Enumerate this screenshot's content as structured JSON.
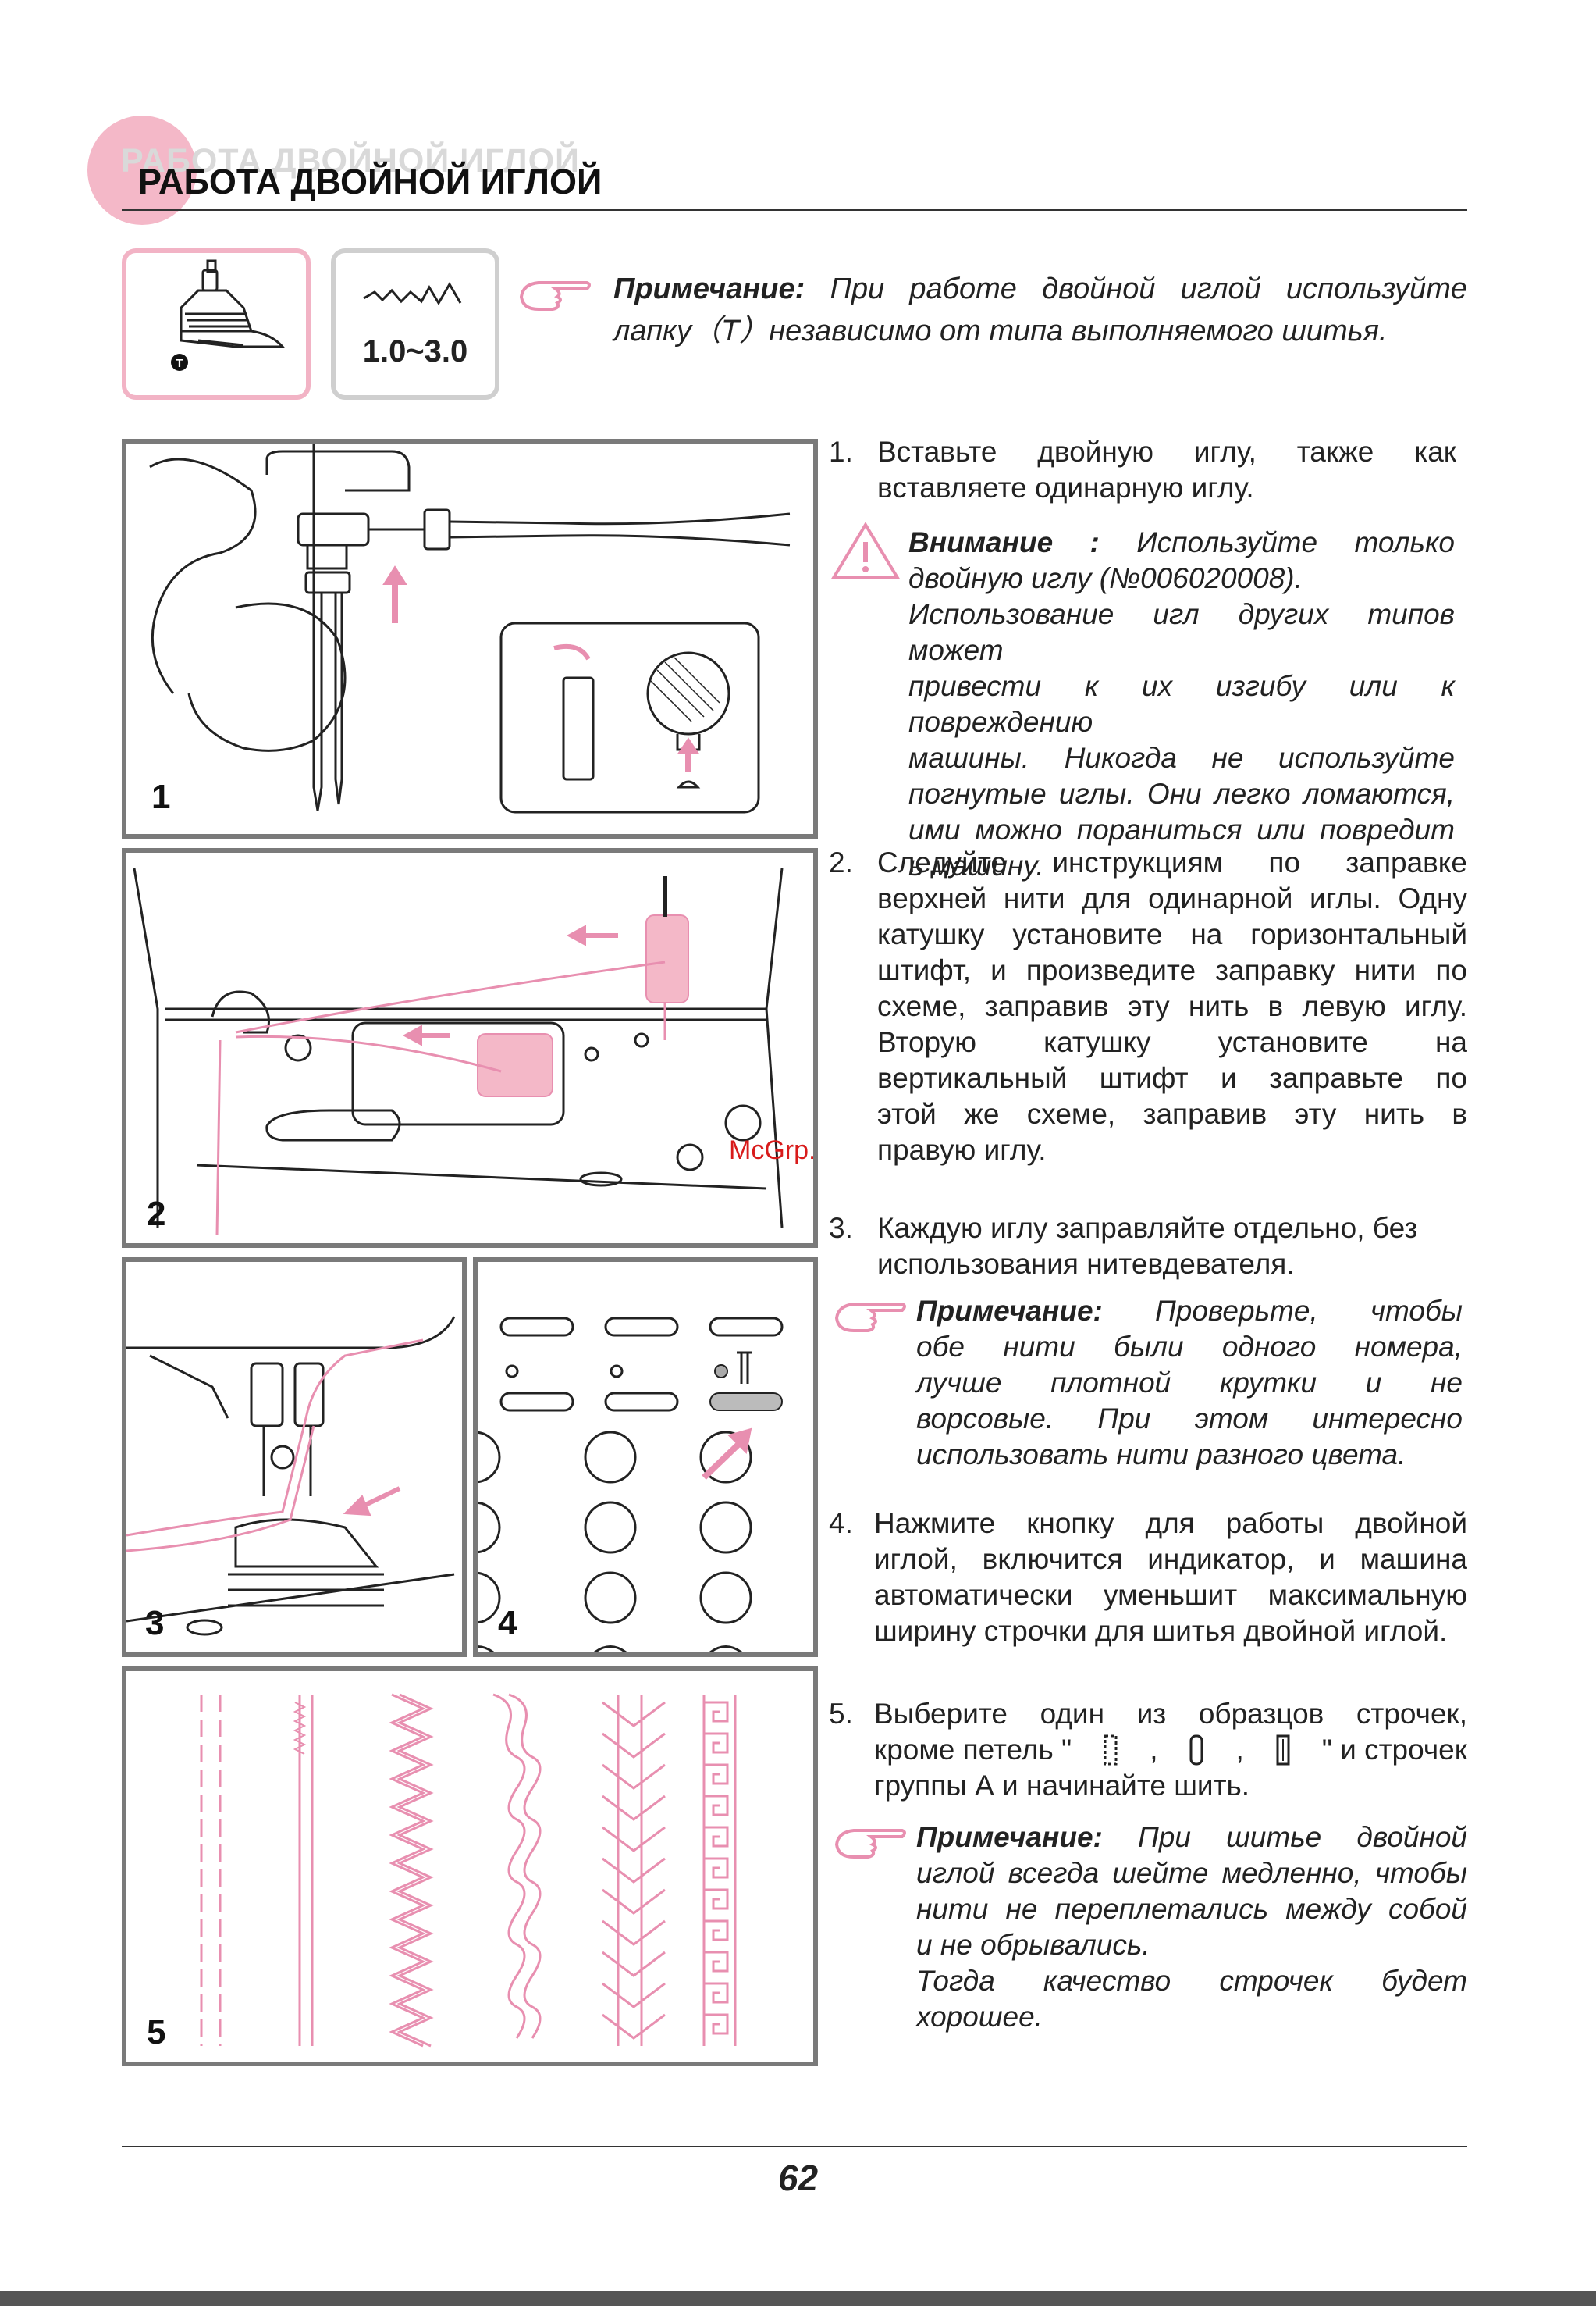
{
  "header": {
    "title_shadow": "РАБОТА ДВОЙНОЙ ИГЛОЙ",
    "title": "РАБОТА ДВОЙНОЙ ИГЛОЙ"
  },
  "settings": {
    "foot_letter": "T",
    "stitch_width": "1.0~3.0"
  },
  "top_note": {
    "label": "Примечание:",
    "line1": "При работе двойной иглой используйте",
    "line2": "лапку（Т）независимо от типа   выполняемого шитья."
  },
  "steps": [
    {
      "num": "1.",
      "lines": [
        "Вставьте двойную иглу, также как",
        "вставляете одинарную иглу."
      ]
    },
    {
      "num": "2.",
      "lines": [
        "Следуйте инструкциям по заправке",
        "верхней нити для одинарной иглы. Одну",
        "катушку установите на горизонтальный",
        "штифт, и произведите заправку нити по",
        "схеме, заправив эту нить в левую иглу.",
        "Вторую катушку установите на",
        "вертикальный штифт и заправьте по",
        "этой же схеме, заправив эту нить в",
        "правую иглу."
      ]
    },
    {
      "num": "3.",
      "lines": [
        "Каждую иглу заправляйте отдельно, без",
        "использования нитевдевателя."
      ]
    },
    {
      "num": "4.",
      "lines": [
        "Нажмите кнопку для работы двойной",
        "иглой, включится индикатор, и машина",
        "автоматически уменьшит максимальную",
        "ширину строчки для шитья двойной иглой."
      ]
    },
    {
      "num": "5.",
      "line1": "Выберите один из образцов строчек,",
      "line2_a": "кроме петель \"",
      "line2_b": "\" и строчек",
      "line3": "группы А и начинайте шить."
    }
  ],
  "warning": {
    "label": "Внимание :",
    "lines": [
      "Используйте только",
      "двойную иглу (№006020008).",
      "Использование игл других типов может",
      "привести к их изгибу или к повреждению",
      "машины. Никогда не используйте",
      "погнутые иглы. Они легко ломаются,",
      "ими можно пораниться или повредит",
      "ь машину."
    ]
  },
  "note2": {
    "label": "Примечание:",
    "lines": [
      "Проверьте, чтобы",
      "обе нити были одного номера,",
      "лучше плотной крутки и не",
      "ворсовые. При этом интересно",
      "использовать нити разного цвета."
    ]
  },
  "note3": {
    "label": "Примечание:",
    "lines": [
      "При шитье двойной",
      "иглой всегда шейте медленно, чтобы",
      "нити не переплетались между собой",
      "и не обрывались.",
      "Тогда качество строчек будет хорошее."
    ]
  },
  "figures": {
    "f1": "1",
    "f2": "2",
    "f3": "3",
    "f4": "4",
    "f5": "5"
  },
  "watermark": "McGrp.Ru",
  "footer": {
    "page_number": "62"
  },
  "colors": {
    "accent_pink": "#f4b8c8",
    "pink_line": "#e88fb0",
    "frame_gray": "#7a7a7a"
  },
  "icons": [
    "presser-foot-icon",
    "zigzag-width-icon",
    "pointing-hand-icon",
    "warning-triangle-icon"
  ]
}
